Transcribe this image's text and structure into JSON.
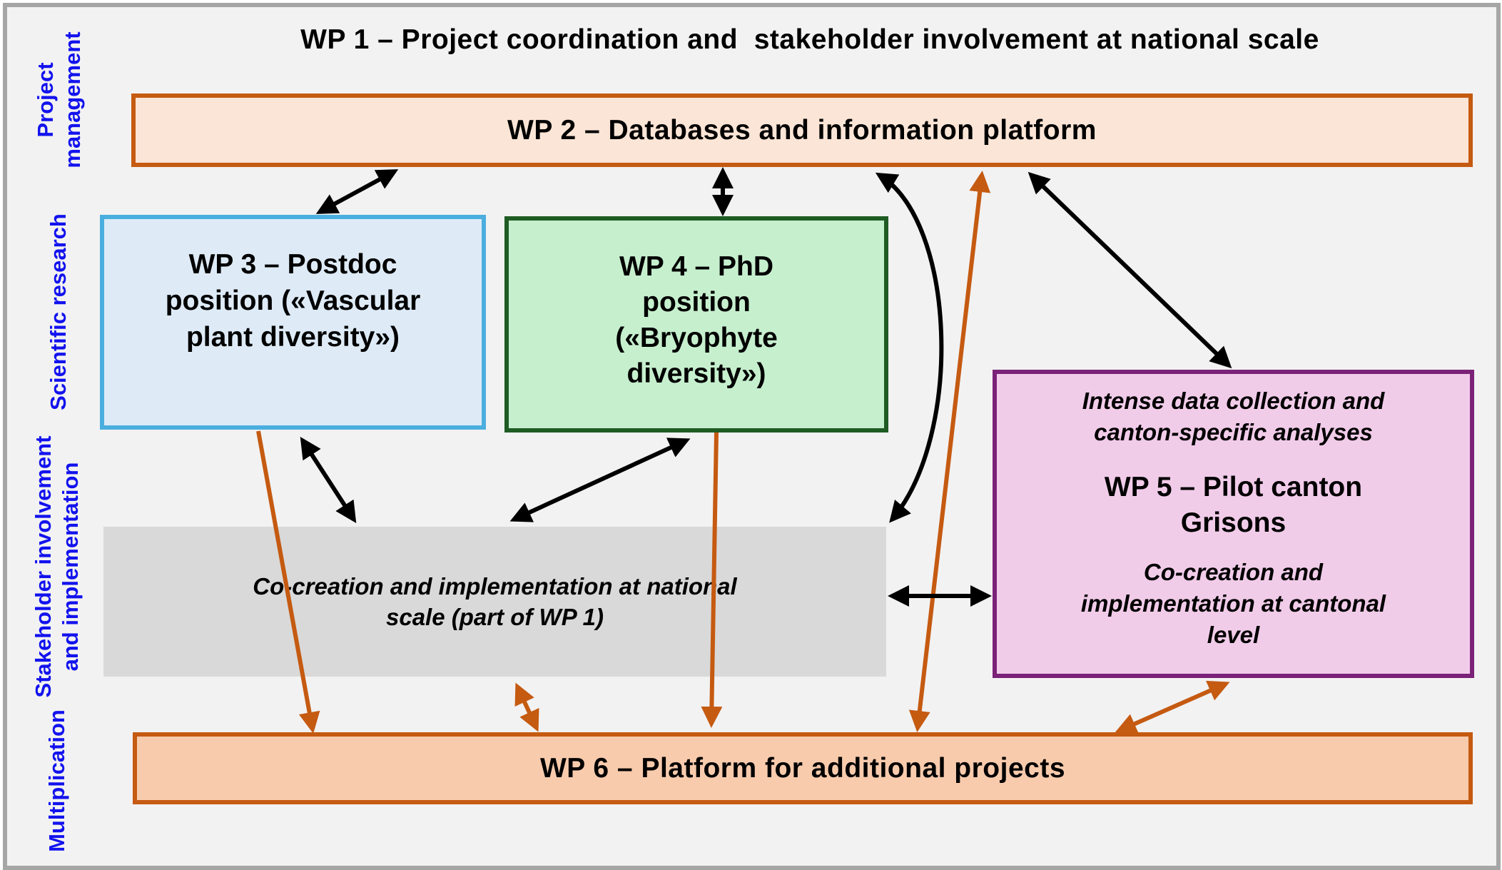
{
  "diagram": {
    "title": "WP 1 – Project coordination and  stakeholder involvement at national scale",
    "side_labels": [
      {
        "id": "project-management",
        "lines": [
          "Project",
          "management"
        ]
      },
      {
        "id": "scientific-research",
        "lines": [
          "Scientific research"
        ]
      },
      {
        "id": "stakeholder-involvement",
        "lines": [
          "Stakeholder involvement",
          "and implementation"
        ]
      },
      {
        "id": "multiplication",
        "lines": [
          "Multiplication"
        ]
      }
    ],
    "boxes": {
      "wp2": {
        "label": "WP 2 – Databases and information platform"
      },
      "wp3": {
        "lines": [
          "WP 3 – Postdoc",
          "position («Vascular",
          "plant diversity»)"
        ]
      },
      "wp4": {
        "lines": [
          "WP 4 – PhD",
          "position",
          "(«Bryophyte",
          "diversity»)"
        ]
      },
      "wp5": {
        "subtitle_lines": [
          "Intense data collection and",
          "canton-specific analyses"
        ],
        "title_lines": [
          "WP 5 – Pilot canton",
          "Grisons"
        ],
        "footer_lines": [
          "Co-creation and",
          "implementation at cantonal",
          "level"
        ]
      },
      "cocreation": {
        "lines": [
          "Co-creation and implementation at national",
          "scale (part of WP 1)"
        ]
      },
      "wp6": {
        "label": "WP 6 – Platform for additional projects"
      }
    },
    "connections": [
      {
        "from": "wp2",
        "to": "wp3",
        "type": "bidirectional",
        "color": "black"
      },
      {
        "from": "wp2",
        "to": "wp4",
        "type": "bidirectional",
        "color": "black"
      },
      {
        "from": "wp2",
        "to": "cocreation",
        "type": "bidirectional-curved",
        "color": "black"
      },
      {
        "from": "wp2",
        "to": "wp5",
        "type": "bidirectional",
        "color": "black"
      },
      {
        "from": "wp2",
        "to": "wp6",
        "type": "bidirectional",
        "color": "orange"
      },
      {
        "from": "wp3",
        "to": "cocreation",
        "type": "bidirectional",
        "color": "black"
      },
      {
        "from": "wp4",
        "to": "cocreation",
        "type": "bidirectional",
        "color": "black"
      },
      {
        "from": "cocreation",
        "to": "wp5",
        "type": "bidirectional",
        "color": "black"
      },
      {
        "from": "wp3",
        "to": "wp6",
        "type": "directed",
        "color": "orange"
      },
      {
        "from": "wp4",
        "to": "wp6",
        "type": "directed",
        "color": "orange"
      },
      {
        "from": "cocreation",
        "to": "wp6",
        "type": "bidirectional",
        "color": "orange"
      },
      {
        "from": "wp5",
        "to": "wp6",
        "type": "bidirectional",
        "color": "orange"
      }
    ],
    "colors": {
      "side_label": "#1212ee",
      "orange_arrow": "#c55a11",
      "black_arrow": "#000000",
      "wp2_fill": "#fbe5d6",
      "wp3_fill": "#deebf7",
      "wp3_border": "#4aaede",
      "wp4_fill": "#c6efce",
      "wp4_border": "#1e5c24",
      "wp5_fill": "#f1cce9",
      "wp5_border": "#7b2278",
      "cocreation_fill": "#d9d9d9",
      "wp6_fill": "#f8cbad"
    }
  }
}
